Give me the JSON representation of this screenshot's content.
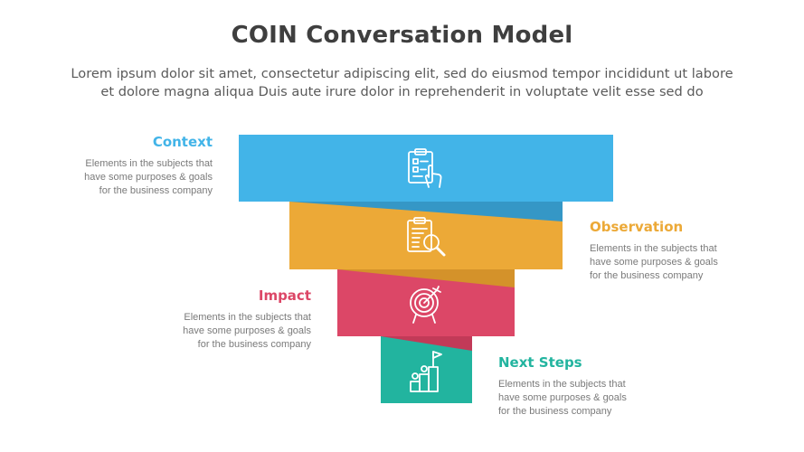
{
  "title": "COIN Conversation Model",
  "subtitle_line1": "Lorem ipsum dolor sit amet, consectetur adipiscing elit, sed do eiusmod tempor incididunt ut labore",
  "subtitle_line2": "et dolore magna aliqua Duis aute irure dolor in reprehenderit in voluptate velit esse sed do",
  "steps": [
    {
      "label": "Context",
      "desc": "Elements in the subjects that\nhave  some purposes & goals\nfor the  business company",
      "color": "#42b4e8",
      "shade": "#3597c6",
      "icon": "clipboard-hand-icon"
    },
    {
      "label": "Observation",
      "desc": "Elements in the subjects that\nhave  some purposes & goals\nfor the  business company",
      "color": "#eca937",
      "shade": "#d4922a",
      "icon": "clipboard-magnifier-icon"
    },
    {
      "label": "Impact",
      "desc": "Elements in the subjects that\nhave  some purposes & goals\nfor the  business company",
      "color": "#dc4767",
      "shade": "#c23a58",
      "icon": "target-icon"
    },
    {
      "label": "Next Steps",
      "desc": "Elements in the subjects that\nhave  some purposes & goals\nfor the  business company",
      "color": "#22b49f",
      "shade": "#1b9a88",
      "icon": "steps-flag-icon"
    }
  ]
}
